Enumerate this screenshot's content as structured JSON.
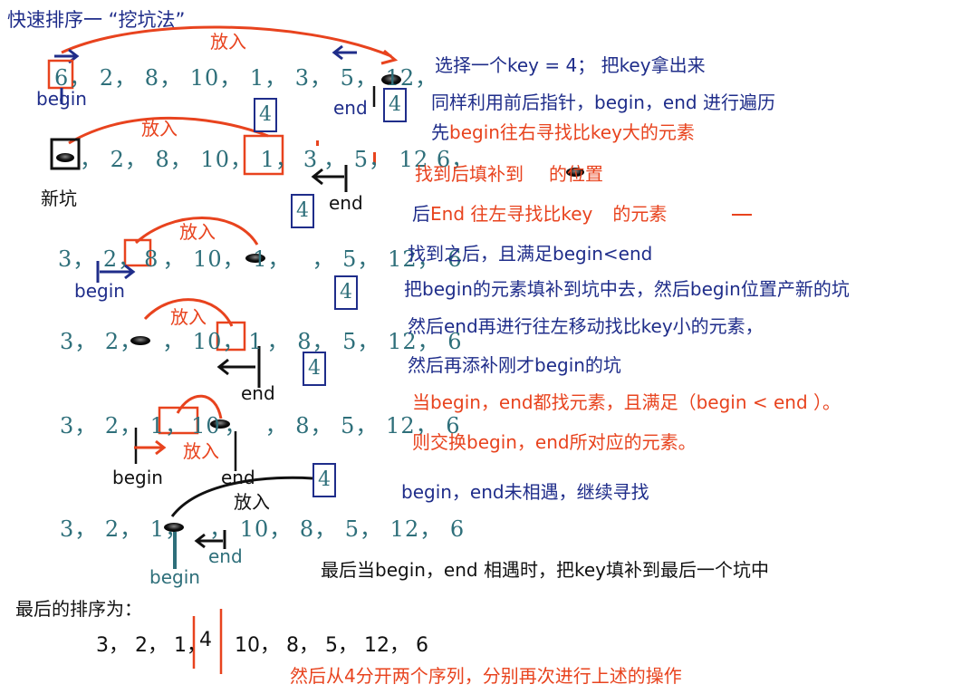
{
  "title": "快速排序一 “挖坑法”",
  "key_value": "4",
  "insert_label": "放入",
  "labels": {
    "begin": "begin",
    "end": "end",
    "new_pit": "新坑"
  },
  "rows": [
    {
      "segments": [
        "6",
        "， 2， 8， 10， 1， 3， 5， 12，"
      ]
    },
    {
      "segments": [
        "， 2， 8， 10， 1，",
        "3",
        "， 5， 12 6，"
      ]
    },
    {
      "segments": [
        "3， 2，",
        "8",
        "， 10， 1，",
        "， 5， 12， 6"
      ]
    },
    {
      "segments": [
        "3， 2，",
        "， 10，",
        "1",
        "， 8， 5， 12， 6"
      ]
    },
    {
      "segments": [
        "3， 2， 1，",
        "10",
        "，",
        "， 8， 5， 12， 6"
      ]
    },
    {
      "segments": [
        "3， 2， 1，",
        "， 10， 8， 5， 12， 6"
      ]
    }
  ],
  "notes": [
    "选择一个key = 4； 把key拿出来",
    "同样利用前后指针，begin，end 进行遍历",
    "先",
    "begin往右寻找比key大的元素",
    "找到后填补到",
    "的位置",
    "后",
    "End 往左寻找比key",
    "的元素",
    "找到之后，且满足begin<end",
    "把begin的元素填补到坑中去，然后begin位置产新的坑",
    "然后end再进行往左移动找比key小的元素，",
    "然后再添补刚才begin的坑",
    "当begin，end都找元素，且满足（begin < end ）。",
    "则交换begin，end所对应的元素。",
    "begin，end未相遇，继续寻找",
    "最后当begin，end 相遇时，把key填补到最后一个坑中"
  ],
  "final_label": "最后的排序为：",
  "final_left": "3， 2， 1，",
  "final_key": "4",
  "final_right": "10， 8， 5， 12， 6",
  "final_note": "然后从4分开两个序列，分别再次进行上述的操作",
  "colors": {
    "navy": "#1f2d8a",
    "red": "#e8431e",
    "teal": "#2e6f7a",
    "black": "#111111"
  }
}
